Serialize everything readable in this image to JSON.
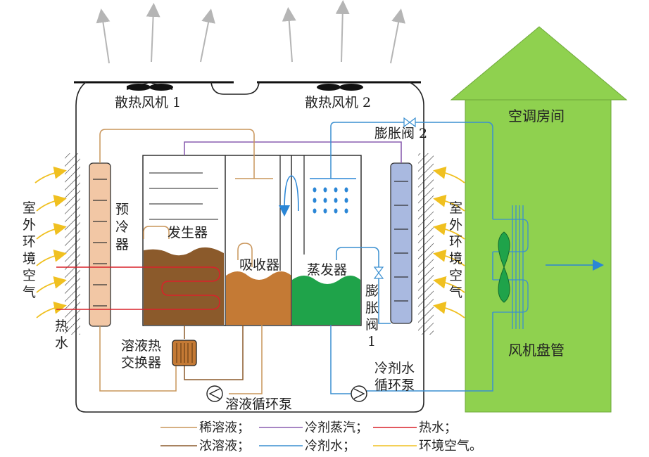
{
  "labels": {
    "fan1": "散热风机 1",
    "fan2": "散热风机 2",
    "expansion_valve_2": "膨胀阀 2",
    "ac_room": "空调房间",
    "outdoor_air_left": [
      "室",
      "外",
      "环",
      "境",
      "空",
      "气"
    ],
    "outdoor_air_right": [
      "室",
      "外",
      "环",
      "境",
      "空",
      "气"
    ],
    "precooler": [
      "预",
      "冷",
      "器"
    ],
    "generator": "发生器",
    "absorber": "吸收器",
    "evaporator": "蒸发器",
    "expansion_valve_1": [
      "膨",
      "胀",
      "阀",
      "1"
    ],
    "hot_water": [
      "热",
      "水"
    ],
    "solution_hx": [
      "溶液热",
      "交换器"
    ],
    "solution_pump": "溶液循环泵",
    "refrigerant_pump": [
      "冷剂水",
      "循环泵"
    ],
    "fan_coil": "风机盘管"
  },
  "legend": [
    {
      "name": "稀溶液；",
      "color": "#c9955a"
    },
    {
      "name": "冷剂蒸汽；",
      "color": "#8a5fb0"
    },
    {
      "name": "热水；",
      "color": "#d9222a"
    },
    {
      "name": "浓溶液；",
      "color": "#8b5a2b"
    },
    {
      "name": "冷剂水；",
      "color": "#3a8fd0"
    },
    {
      "name": "环境空气。",
      "color": "#f0c020"
    }
  ],
  "colors": {
    "dilute_solution": "#c9955a",
    "refrigerant_vapor": "#8a5fb0",
    "hot_water": "#d9222a",
    "concentrated_solution": "#8b5a2b",
    "refrigerant_water": "#3a8fd0",
    "ambient_air": "#f0c020",
    "room_green": "#8fd14f",
    "evaporator_green": "#1fa34a",
    "absorber_brown": "#c47a35",
    "precooler_fill": "#f2c7a5",
    "condenser_fill": "#a9b9e0"
  }
}
